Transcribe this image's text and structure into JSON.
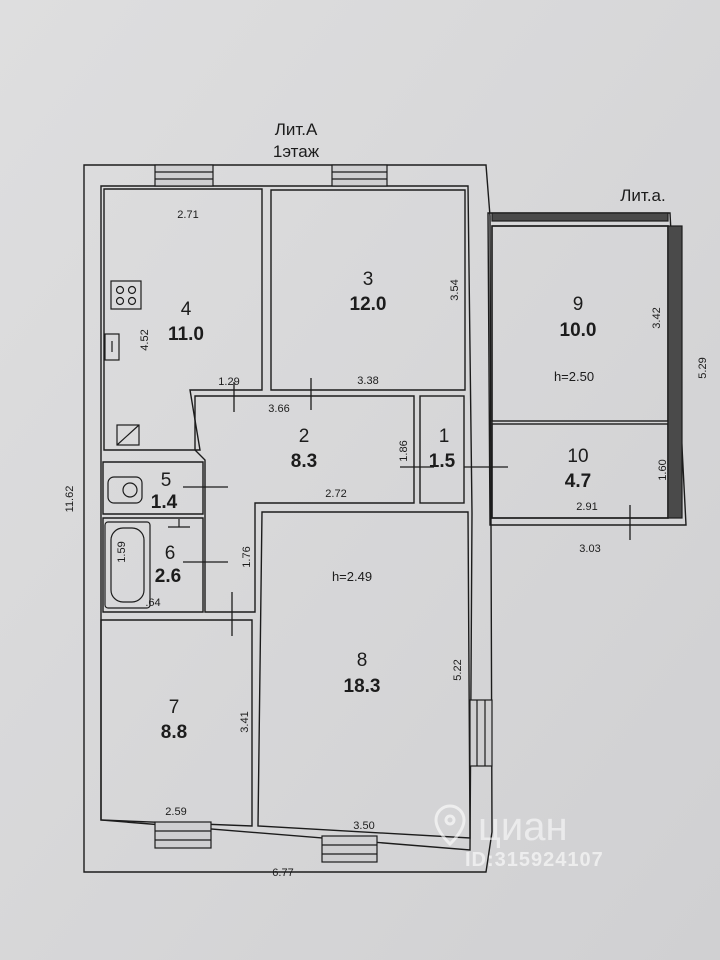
{
  "header": {
    "building": "Лит.А",
    "floor": "1этаж",
    "annex": "Лит.а."
  },
  "rooms": [
    {
      "id": "4",
      "number": "4",
      "area": "11.0"
    },
    {
      "id": "3",
      "number": "3",
      "area": "12.0"
    },
    {
      "id": "9",
      "number": "9",
      "area": "10.0",
      "height": "h=2.50"
    },
    {
      "id": "2",
      "number": "2",
      "area": "8.3"
    },
    {
      "id": "1",
      "number": "1",
      "area": "1.5"
    },
    {
      "id": "10",
      "number": "10",
      "area": "4.7"
    },
    {
      "id": "5",
      "number": "5",
      "area": "1.4"
    },
    {
      "id": "6",
      "number": "6",
      "area": "2.6"
    },
    {
      "id": "8",
      "number": "8",
      "area": "18.3",
      "height": "h=2.49"
    },
    {
      "id": "7",
      "number": "7",
      "area": "8.8"
    }
  ],
  "dimensions": {
    "d271": "2.71",
    "d452": "4.52",
    "d129": "1.29",
    "d354": "3.54",
    "d338": "3.38",
    "d366": "3.66",
    "d342": "3.42",
    "d529": "5.29",
    "d186": "1.86",
    "d272": "2.72",
    "d160": "1.60",
    "d291": "2.91",
    "d303": "3.03",
    "d1162": "11.62",
    "d159": "1.59",
    "d64": ".64",
    "d176": "1.76",
    "d522": "5.22",
    "d341": "3.41",
    "d259": "2.59",
    "d350": "3.50",
    "d677": "6.77"
  },
  "watermark": {
    "brand": "циан",
    "id": "ID:315924107"
  },
  "colors": {
    "paper": "#d9d9da",
    "ink": "#1c1c1c",
    "wallFill": "#d2d2d4"
  }
}
